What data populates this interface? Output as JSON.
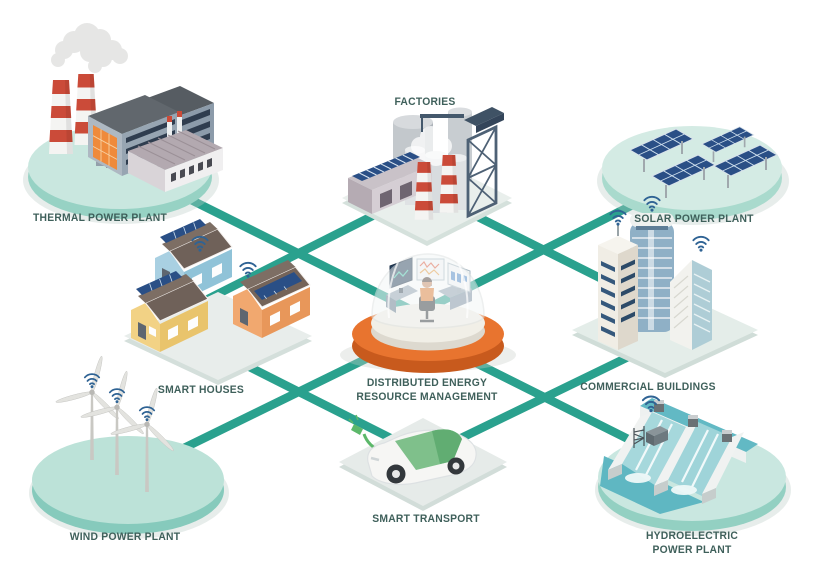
{
  "diagram": {
    "type": "isometric-energy-network",
    "center_node": "derm",
    "nodes": {
      "thermal": {
        "label": "THERMAL POWER PLANT"
      },
      "factories": {
        "label": "FACTORIES"
      },
      "solar": {
        "label": "SOLAR POWER PLANT"
      },
      "smart_houses": {
        "label": "SMART HOUSES"
      },
      "derm": {
        "label": "DISTRIBUTED ENERGY\nRESOURCE MANAGEMENT"
      },
      "commercial": {
        "label": "COMMERCIAL BUILDINGS"
      },
      "wind": {
        "label": "WIND POWER PLANT"
      },
      "transport": {
        "label": "SMART TRANSPORT"
      },
      "hydro": {
        "label": "HYDROELECTRIC POWER PLANT"
      }
    },
    "connections": [
      {
        "from": "thermal",
        "to": "derm"
      },
      {
        "from": "solar",
        "to": "derm"
      },
      {
        "from": "wind",
        "to": "derm"
      },
      {
        "from": "hydro",
        "to": "derm"
      },
      {
        "from": "smart_houses",
        "to": "factories"
      },
      {
        "from": "factories",
        "to": "commercial"
      },
      {
        "from": "smart_houses",
        "to": "transport"
      },
      {
        "from": "commercial",
        "to": "transport"
      }
    ],
    "colors": {
      "connection_line": "#2aa18e",
      "label_text": "#3f605b",
      "platform_mint_top": "#c9e7df",
      "platform_mint_side": "#93d0c2",
      "platform_gray": "#e8efec",
      "ring_orange": "#e8742f",
      "solar_panel_blue": "#2a4f86",
      "wifi_blue": "#2f6394",
      "chimney_red": "#cb4b39",
      "water_teal": "#5fb7c2",
      "car_glass_green": "#7fc08b"
    }
  }
}
